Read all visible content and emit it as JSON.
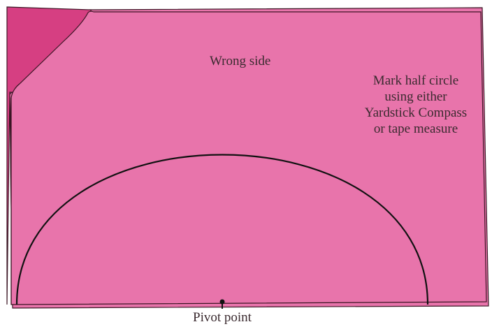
{
  "diagram": {
    "fabric_label": "Wrong side",
    "instruction_lines": [
      "Mark half circle",
      "using either",
      "Yardstick Compass",
      "or tape measure"
    ],
    "pivot_label": "Pivot point"
  },
  "colors": {
    "fabric_face": "#e874ab",
    "fabric_fold": "#d63f82",
    "outline": "#3b1524",
    "arc_line": "#111111"
  }
}
